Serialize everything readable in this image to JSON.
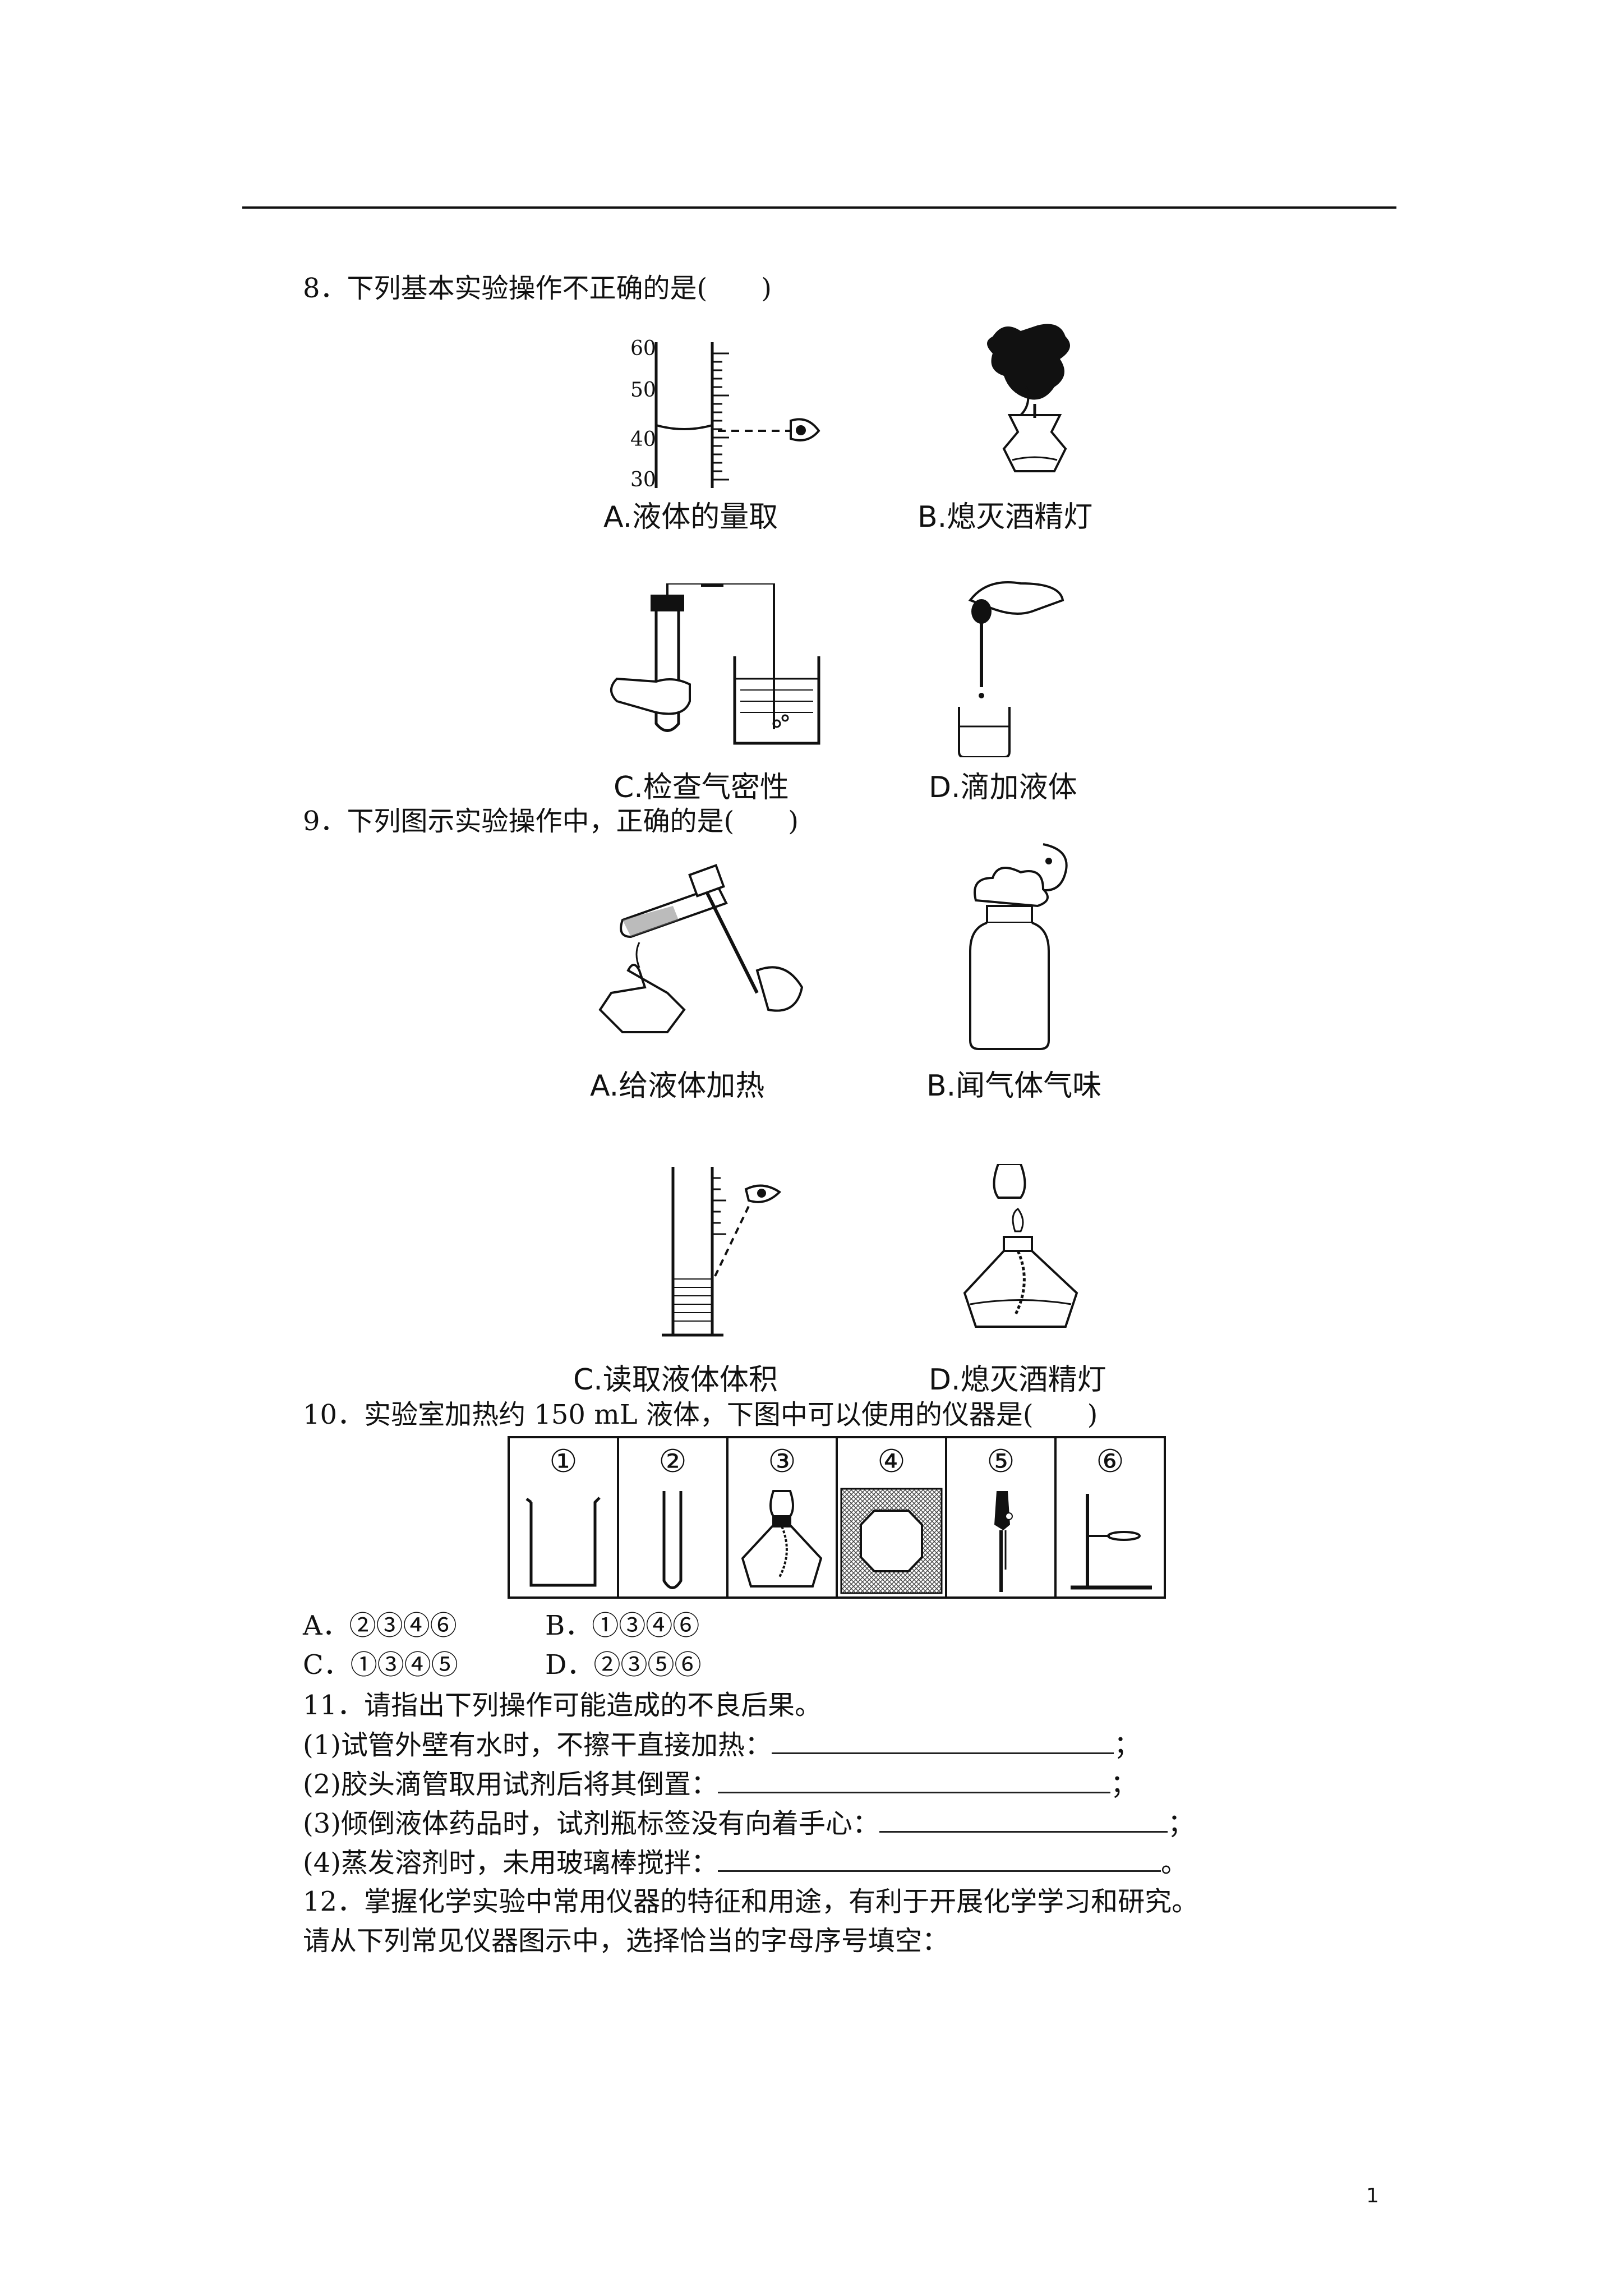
{
  "q8": {
    "stem": "8．下列基本实验操作不正确的是(　　)",
    "scale": [
      "60",
      "50",
      "40",
      "30"
    ],
    "captions": [
      "A.液体的量取",
      "B.熄灭酒精灯",
      "C.检查气密性",
      "D.滴加液体"
    ]
  },
  "q9": {
    "stem": "9．下列图示实验操作中，正确的是(　　)",
    "captions": [
      "A.给液体加热",
      "B.闻气体气味",
      "C.读取液体体积",
      "D.熄灭酒精灯"
    ]
  },
  "q10": {
    "stem": "10．实验室加热约 150 mL 液体，下图中可以使用的仪器是(　　)",
    "apparatus": [
      "①",
      "②",
      "③",
      "④",
      "⑤",
      "⑥"
    ],
    "options": [
      "A．②③④⑥",
      "B．①③④⑥",
      "C．①③④⑤",
      "D．②③⑤⑥"
    ]
  },
  "q11": {
    "stem": "11．请指出下列操作可能造成的不良后果。",
    "items": [
      {
        "text": "(1)试管外壁有水时，不擦干直接加热：",
        "end": "；"
      },
      {
        "text": "(2)胶头滴管取用试剂后将其倒置：",
        "end": "；"
      },
      {
        "text": "(3)倾倒液体药品时，试剂瓶标签没有向着手心：",
        "end": "；"
      },
      {
        "text": "(4)蒸发溶剂时，未用玻璃棒搅拌：",
        "end": "。"
      }
    ]
  },
  "q12": {
    "line1": "12．掌握化学实验中常用仪器的特征和用途，有利于开展化学学习和研究。",
    "line2": "请从下列常见仪器图示中，选择恰当的字母序号填空："
  },
  "page_number": "1"
}
